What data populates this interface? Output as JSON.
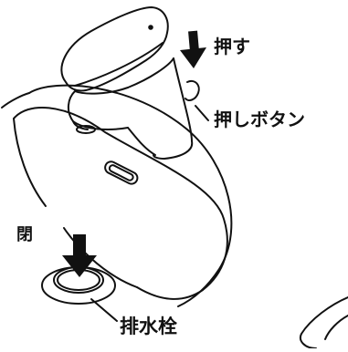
{
  "diagram": {
    "labels": {
      "push": "押す",
      "push_button": "押しボタン",
      "close": "閉",
      "drain_plug": "排水栓"
    },
    "colors": {
      "line": "#111111",
      "background": "#ffffff"
    }
  }
}
